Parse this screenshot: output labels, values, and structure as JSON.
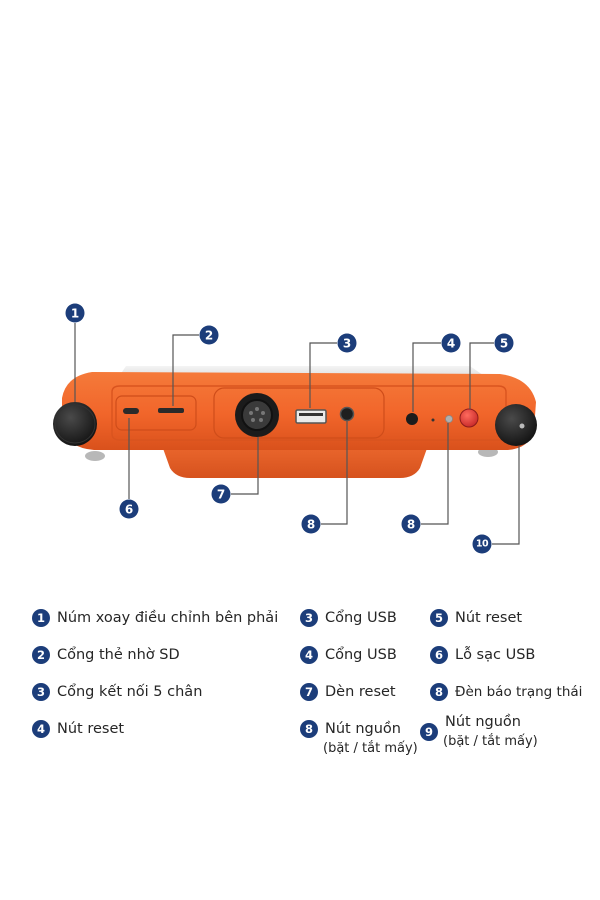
{
  "callouts": [
    {
      "id": "c1",
      "number": "1"
    },
    {
      "id": "c2",
      "number": "2"
    },
    {
      "id": "c3",
      "number": "3"
    },
    {
      "id": "c4",
      "number": "4"
    },
    {
      "id": "c5",
      "number": "5"
    },
    {
      "id": "c6",
      "number": "6"
    },
    {
      "id": "c7",
      "number": "7"
    },
    {
      "id": "c8a",
      "number": "8"
    },
    {
      "id": "c8b",
      "number": "8"
    },
    {
      "id": "c10",
      "number": "10"
    }
  ],
  "legend": [
    {
      "number": "1",
      "label": "Núm xoay điều chỉnh bên phải",
      "sub": ""
    },
    {
      "number": "3",
      "label": "Cổng USB",
      "sub": ""
    },
    {
      "number": "5",
      "label": "Nút reset",
      "sub": ""
    },
    {
      "number": "2",
      "label": "Cổng thẻ nhờ SD",
      "sub": ""
    },
    {
      "number": "4",
      "label": "Cổng USB",
      "sub": ""
    },
    {
      "number": "6",
      "label": "Lỗ sạc USB",
      "sub": ""
    },
    {
      "number": "3",
      "label": "Cổng kết nối 5 chân",
      "sub": ""
    },
    {
      "number": "7",
      "label": "Dèn reset",
      "sub": ""
    },
    {
      "number": "8",
      "label": "Đèn báo trạng thái",
      "sub": ""
    },
    {
      "number": "4",
      "label": "Nút reset",
      "sub": ""
    },
    {
      "number": "8",
      "label": "Nút nguồn",
      "sub": "(bặt / tắt mấy)"
    },
    {
      "number": "9",
      "label": "Nút nguồn",
      "sub": "(bặt / tắt mấy)"
    }
  ],
  "colors": {
    "badge": "#1c3d7a",
    "device_orange": "#f26a2b",
    "device_dark": "#1e1e1e",
    "power_button": "#e53935"
  }
}
